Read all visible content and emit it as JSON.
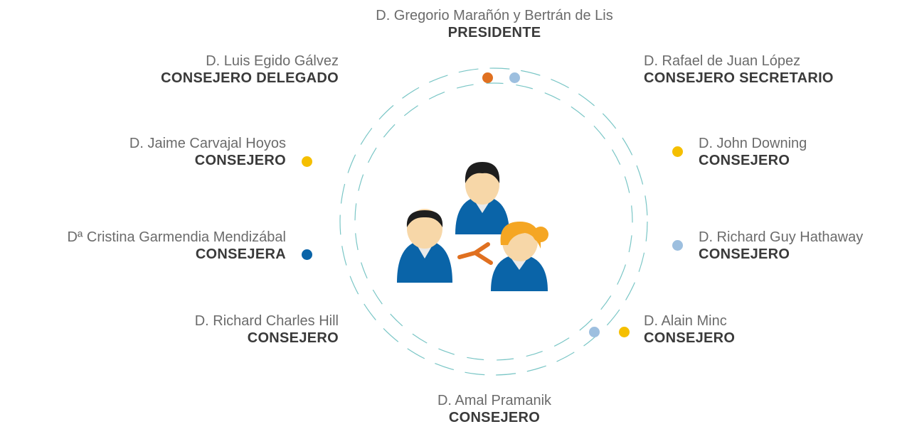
{
  "colors": {
    "orange": "#e07020",
    "light_blue": "#9dbfdf",
    "yellow": "#f5bf00",
    "dark_blue": "#0a64a8",
    "circle_dash": "#7ac6c6"
  },
  "icon": "people-group-icon",
  "members": {
    "presidente": {
      "name": "D. Gregorio Marañón y Bertrán de Lis",
      "role": "PRESIDENTE"
    },
    "consejero_delegado": {
      "name": "D. Luis Egido Gálvez",
      "role": "CONSEJERO DELEGADO"
    },
    "consejero_secretario": {
      "name": "D. Rafael de Juan López",
      "role": "CONSEJERO SECRETARIO"
    },
    "carvajal": {
      "name": "D. Jaime Carvajal Hoyos",
      "role": "CONSEJERO"
    },
    "downing": {
      "name": "D. John Downing",
      "role": "CONSEJERO"
    },
    "garmendia": {
      "name": "Dª Cristina Garmendia Mendizábal",
      "role": "CONSEJERA"
    },
    "hathaway": {
      "name": "D. Richard Guy Hathaway",
      "role": "CONSEJERO"
    },
    "hill": {
      "name": "D. Richard Charles Hill",
      "role": "CONSEJERO"
    },
    "minc": {
      "name": "D. Alain Minc",
      "role": "CONSEJERO"
    },
    "pramanik": {
      "name": "D. Amal Pramanik",
      "role": "CONSEJERO"
    }
  }
}
